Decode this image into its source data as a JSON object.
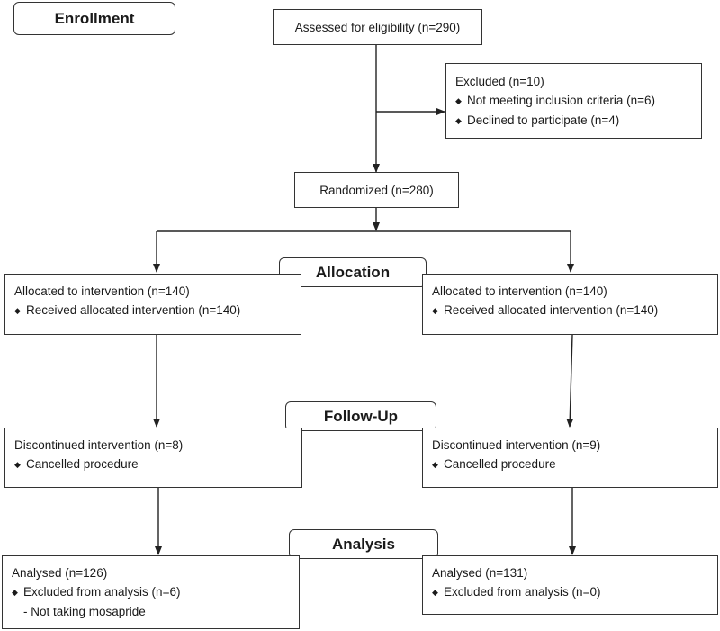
{
  "stages": {
    "enrollment": "Enrollment",
    "allocation": "Allocation",
    "follow_up": "Follow-Up",
    "analysis": "Analysis"
  },
  "assessed": {
    "title": "Assessed for eligibility (n=290)"
  },
  "excluded": {
    "title": "Excluded  (n=10)",
    "items": [
      "Not meeting inclusion criteria (n=6)",
      "Declined to participate (n=4)"
    ]
  },
  "randomized": {
    "title": "Randomized (n=280)"
  },
  "allocation": {
    "left": {
      "title": "Allocated to intervention (n=140)",
      "items": [
        "Received allocated intervention (n=140)"
      ]
    },
    "right": {
      "title": "Allocated to intervention (n=140)",
      "items": [
        "Received allocated intervention (n=140)"
      ]
    }
  },
  "follow_up": {
    "left": {
      "title": "Discontinued intervention (n=8)",
      "items": [
        "Cancelled procedure"
      ]
    },
    "right": {
      "title": "Discontinued intervention (n=9)",
      "items": [
        "Cancelled procedure"
      ]
    }
  },
  "analysis": {
    "left": {
      "title": "Analysed  (n=126)",
      "items": [
        "Excluded from analysis (n=6)"
      ],
      "note": "- Not taking mosapride"
    },
    "right": {
      "title": "Analysed  (n=131)",
      "items": [
        "Excluded from analysis (n=0)"
      ]
    }
  },
  "bullet_glyph": "◆"
}
